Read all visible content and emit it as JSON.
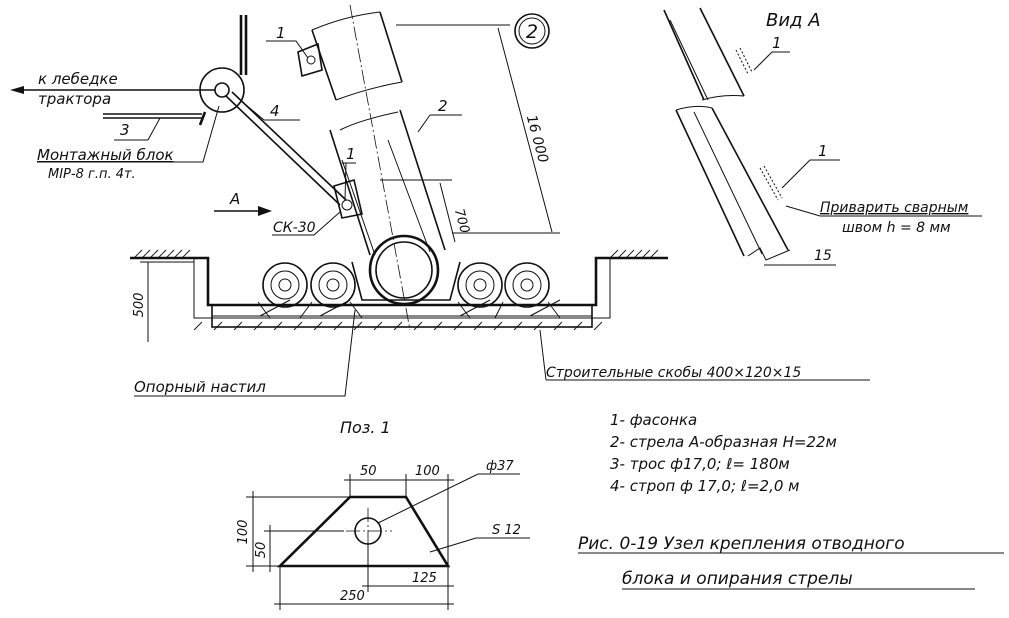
{
  "view_a": {
    "title": "Вид А",
    "callout_top": "1",
    "callout_bottom": "1",
    "weld_line1": "Приварить сварным",
    "weld_line2": "швом h = 8 мм",
    "dim_15": "15"
  },
  "main": {
    "callout_circle": "2",
    "callout_1_top": "1",
    "callout_1_mid": "1",
    "callout_2": "2",
    "callout_3": "3",
    "callout_4": "4",
    "winch_line1": "к лебедке",
    "winch_line2": "трактора",
    "block_line1": "Монтажный блок",
    "block_line2": "МIР-8 г.п. 4т.",
    "arrow_a": "А",
    "sk30": "СК-30",
    "dim_16000": "16 000",
    "dim_700": "700",
    "dim_500": "500",
    "deck_label": "Опорный настил",
    "staples_label": "Строительные скобы 400×120×15"
  },
  "legend": [
    "1- фасонка",
    "2- стрела А-образная  Н=22м",
    "3- трос ф17,0;  ℓ= 180м",
    "4- строп ф 17,0;  ℓ=2,0 м"
  ],
  "caption": {
    "line1": "Рис. 0-19  Узел крепления отводного",
    "line2": "блока и опирания стрелы"
  },
  "pos1": {
    "title": "Поз. 1",
    "dim_50_top": "50",
    "dim_100_top": "100",
    "dim_phi": "ф37",
    "dim_100_left": "100",
    "dim_50_left": "50",
    "dim_s12": "S 12",
    "dim_125": "125",
    "dim_250": "250"
  }
}
